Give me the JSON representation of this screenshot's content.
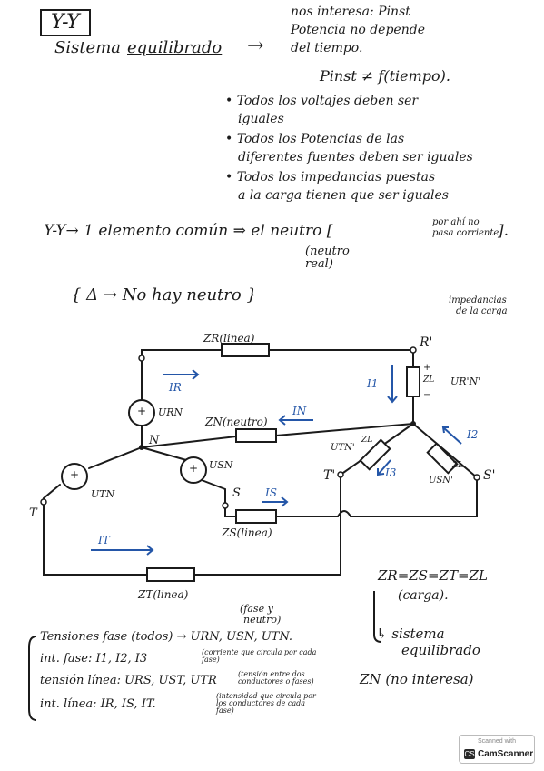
{
  "heading": "Y-Y",
  "lines": {
    "sistema": "Sistema",
    "equilibrado": "equilibrado",
    "arrow1": "→",
    "note1a": "nos interesa: Pinst",
    "note1b": "Potencia no depende",
    "note1c": "del tiempo.",
    "pinst": "Pinst ≠ f(tiempo).",
    "b1a": "• Todos los voltajes deben ser",
    "b1b": "iguales",
    "b2a": "• Todos los Potencias de las",
    "b2b": "diferentes fuentes deben ser iguales",
    "b3a": "• Todos los impedancias puestas",
    "b3b": "a la carga tienen que ser iguales",
    "yy": "Y-Y→ 1 elemento común ⇒ el neutro [",
    "yy_bracket1": "por ahí no",
    "yy_bracket2": "pasa corriente",
    "yy_close": "].",
    "neutro_real1": "(neutro",
    "neutro_real2": "real)",
    "delta": "{ Δ → No hay neutro }",
    "imp_carga1": "impedancias",
    "imp_carga2": "de la carga"
  },
  "circuit": {
    "zr_linea": "ZR(linea)",
    "zn_neutro": "ZN(neutro)",
    "zs_linea": "ZS(linea)",
    "zt_linea": "ZT(linea)",
    "R1": "R'",
    "S1": "S'",
    "T1": "T'",
    "N": "N",
    "S": "S",
    "T": "T",
    "URN": "URN",
    "USN": "USN",
    "UTN": "UTN",
    "UTN1": "UTN'",
    "USN1": "USN'",
    "URN1": "UR'N'",
    "IR": "IR",
    "IN": "IN",
    "IS": "IS",
    "IT": "IT",
    "I1": "I1",
    "I2": "I2",
    "I3": "I3",
    "ZL": "ZL",
    "plus": "+",
    "minus": "−"
  },
  "bottom": {
    "eq": "ZR=ZS=ZT=ZL",
    "carga": "(carga).",
    "sistema_eq1": "↳ sistema",
    "sistema_eq2": "equilibrado",
    "fase_neutro1": "(fase y",
    "fase_neutro2": "neutro)",
    "l1": "Tensiones fase (todos) → URN, USN, UTN.",
    "l2": "int. fase: I1, I2, I3",
    "l2n": "(corriente que circula por cada fase)",
    "l3": "tensión línea: URS, UST, UTR",
    "l3n": "(tensión entre dos conductores o fases)",
    "l4": "int. línea: IR, IS, IT.",
    "l4n": "(intensidad que circula por los conductores de cada fase)",
    "zn_note": "ZN (no interesa)"
  },
  "badge": {
    "top": "Scanned with",
    "name": "CamScanner"
  }
}
